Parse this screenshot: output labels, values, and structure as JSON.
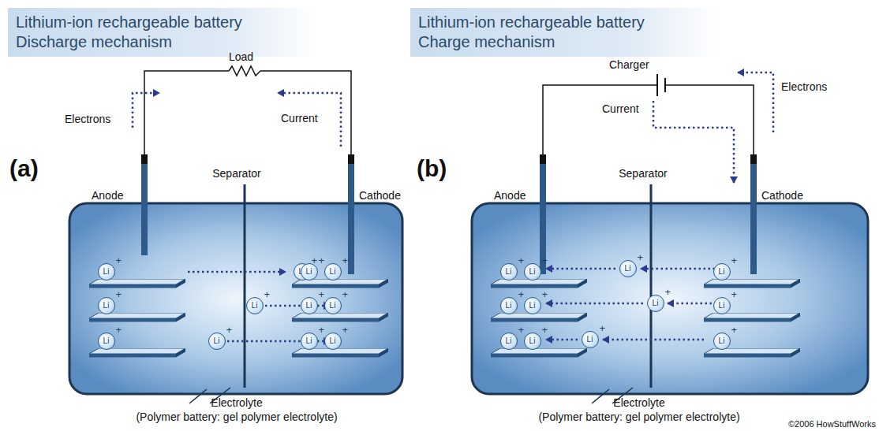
{
  "diagram": {
    "nodes": [
      {
        "text": [
          "Lithium-ion rechargeable battery",
          "Discharge mechanism"
        ]
      },
      {
        "text": [
          "Li",
          "+"
        ]
      },
      {
        "text": [
          "Li",
          "+"
        ]
      },
      {
        "text": [
          "Li",
          "+"
        ]
      },
      {
        "text": [
          "Li",
          "+"
        ]
      },
      {
        "text": [
          "Li",
          "+"
        ]
      },
      {
        "text": [
          "Li",
          "+"
        ]
      },
      {
        "text": [
          "Li",
          "+"
        ]
      },
      {
        "text": [
          "Li",
          "+"
        ]
      },
      {
        "text": [
          "Li",
          "+"
        ]
      },
      {
        "text": [
          "Li",
          "+"
        ]
      },
      {
        "text": [
          "Li",
          "+"
        ]
      },
      {
        "text": [
          "Li",
          "+"
        ]
      },
      {
        "text": [
          "Lithium-ion rechargeable battery",
          "Charge mechanism"
        ]
      },
      {
        "text": [
          "Li",
          "+"
        ]
      },
      {
        "text": [
          "Li",
          "+"
        ]
      },
      {
        "text": [
          "Li",
          "+"
        ]
      },
      {
        "text": [
          "Li",
          "+"
        ]
      },
      {
        "text": [
          "Li",
          "+"
        ]
      },
      {
        "text": [
          "Li",
          "+"
        ]
      },
      {
        "text": [
          "Li",
          "+"
        ]
      },
      {
        "text": [
          "Li",
          "+"
        ]
      },
      {
        "text": [
          "Li",
          "+"
        ]
      },
      {
        "text": [
          "Li",
          "+"
        ]
      },
      {
        "text": [
          "Li",
          "+"
        ]
      },
      {
        "text": [
          "Li",
          "+"
        ]
      }
    ],
    "labels": [
      "Electrons",
      "Load",
      "Current",
      "(a)",
      "Anode",
      "Separator",
      "Cathode",
      "Electrolyte",
      "(Polymer battery: gel polymer electrolyte)",
      "Charger",
      "Current",
      "Electrons",
      "(b)",
      "Anode",
      "Separator",
      "Cathode",
      "Electrolyte",
      "(Polymer battery: gel polymer electrolyte)",
      "©2006 HowStuffWorks"
    ]
  }
}
